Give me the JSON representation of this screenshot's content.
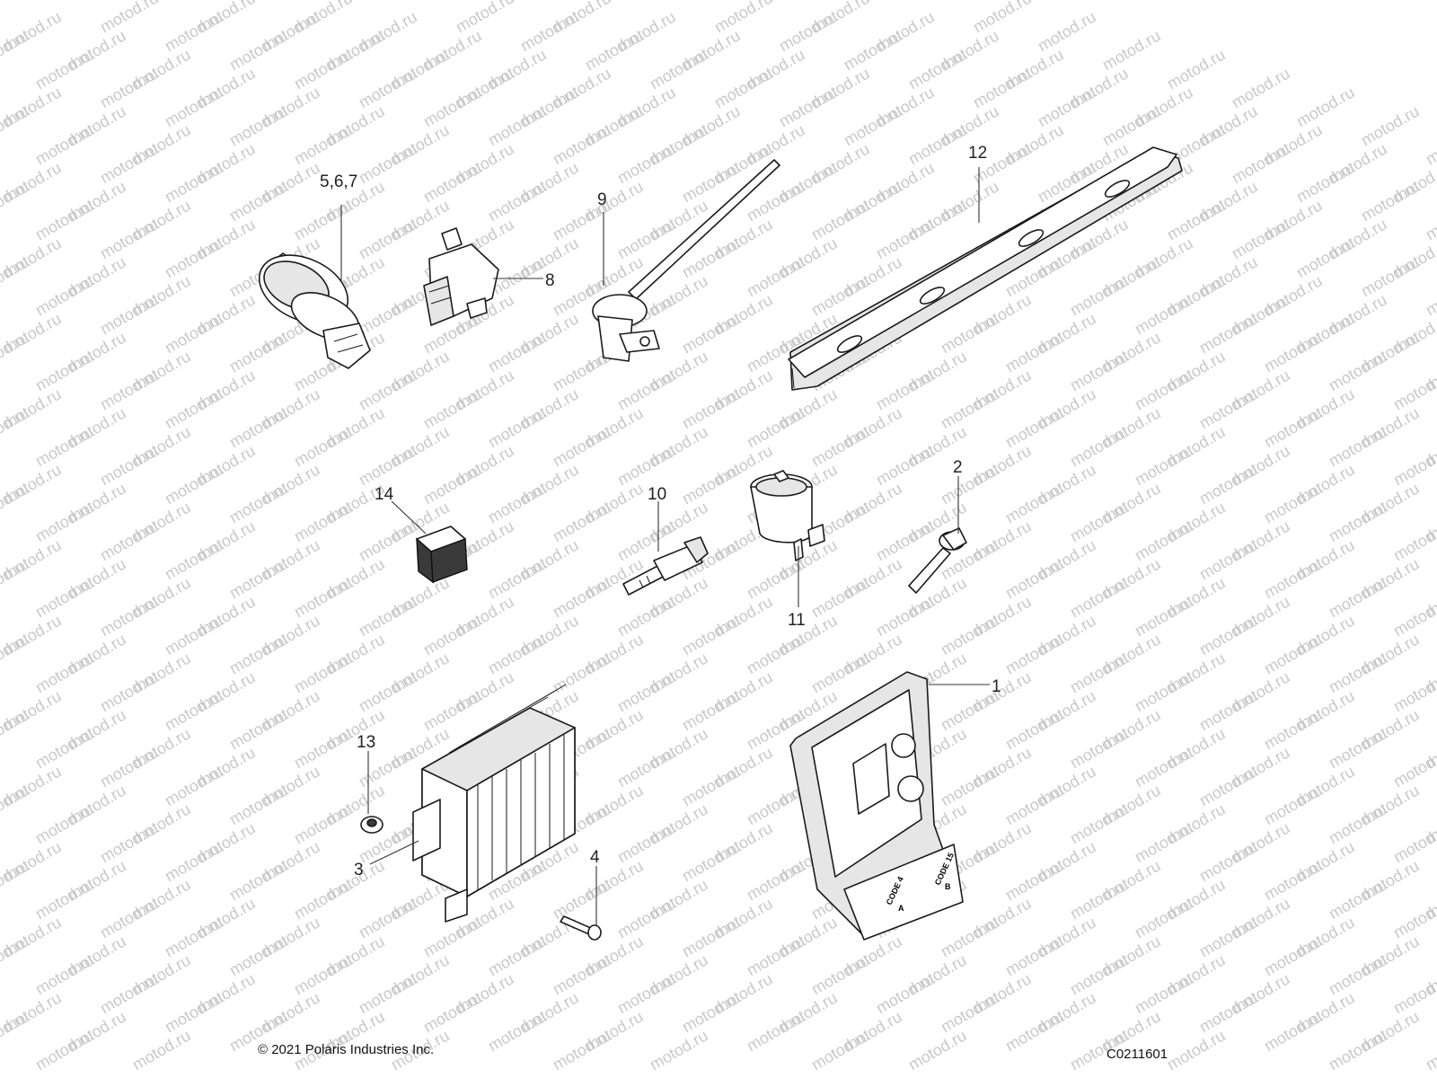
{
  "watermark": {
    "text": "motod.ru"
  },
  "callouts": [
    {
      "id": "c-5-6-7",
      "label": "5,6,7"
    },
    {
      "id": "c-8",
      "label": "8"
    },
    {
      "id": "c-9",
      "label": "9"
    },
    {
      "id": "c-12",
      "label": "12"
    },
    {
      "id": "c-14",
      "label": "14"
    },
    {
      "id": "c-10",
      "label": "10"
    },
    {
      "id": "c-11",
      "label": "11"
    },
    {
      "id": "c-2",
      "label": "2"
    },
    {
      "id": "c-1",
      "label": "1"
    },
    {
      "id": "c-13",
      "label": "13"
    },
    {
      "id": "c-3",
      "label": "3"
    },
    {
      "id": "c-4",
      "label": "4"
    }
  ],
  "ecu": {
    "code_a": "CODE 4",
    "code_a_letter": "A",
    "code_b": "CODE 15",
    "code_b_letter": "B"
  },
  "footer": {
    "copyright": "© 2021 Polaris Industries Inc.",
    "drawing_code": "C0211601"
  }
}
